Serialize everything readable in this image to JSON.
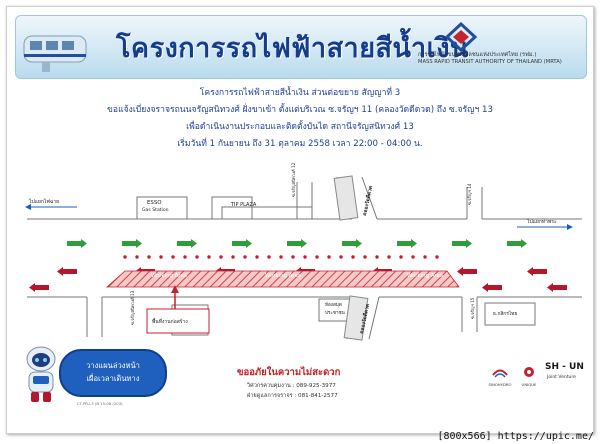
{
  "header": {
    "title": "โครงการรถไฟฟ้าสายสีน้ำเงิน",
    "org_th": "การรถไฟฟ้าขนส่งมวลชนแห่งประเทศไทย (รฟม.)",
    "org_en": "MASS RAPID TRANSIT AUTHORITY OF THAILAND (MRTA)"
  },
  "notice": {
    "line1": "โครงการรถไฟฟ้าสายสีน้ำเงิน ส่วนต่อขยาย สัญญาที่ 3",
    "line2": "ขอแจ้งเบี่ยงจราจรถนนจรัญสนิทวงศ์ ฝั่งขาเข้า ตั้งแต่บริเวณ ซ.จรัญฯ 11 (คลองวัดดีดวด) ถึง ซ.จรัญฯ 13",
    "line3": "เพื่อดำเนินงานประกอบและติดตั้งบันได สถานีจรัญสนิทวงศ์ 13",
    "line4": "เริ่มวันที่ 1 กันยายน ถึง 31 ตุลาคม 2558 เวลา 22:00 - 04:00 น."
  },
  "map": {
    "to_tha_phra_left": "ไปแยกไฟฉาย",
    "to_tha_phra_right": "ไปแยกท่าพระ",
    "esso_line1": "ESSO",
    "esso_line2": "Gas Station",
    "tip_plaza": "TIP PLAZA",
    "soi_12": "ซ.จรัญสนิทวงศ์ 12",
    "soi_14": "ซ.จรัญฯ 14",
    "soi_13": "ซ.จรัญสนิทวงศ์ 13",
    "soi_15": "ซ.จรัญฯ 15",
    "canal_top": "คลองวัดดีดวด",
    "canal_bottom": "คลองวัดดีดวด",
    "working_area": "Working Area",
    "station_area": "พื้นที่งานก่อสร้าง",
    "market_line1": "ห้องสมุด",
    "market_line2": "ประชาชน",
    "bank": "ธ.กสิกรไทย"
  },
  "footer": {
    "apology": "ขออภัยในความไม่สะดวก",
    "contact_line1": "วิศวกรควบคุมงาน : 089-925-3977",
    "contact_line2": "ฝ่ายดูแลการจราจร : 081-841-2577",
    "bubble_line1": "วางแผนล่วงหน้า",
    "bubble_line2": "เผื่อเวลาเดินทาง",
    "doc_no": "CT-PR-L3 (B 15-08 (203)",
    "corp1": "SINOHYDRO",
    "corp2": "UNIQUE",
    "shun": "SH - UN",
    "shun_sub": "Joint Venture"
  },
  "watermark": "[800x566] https://upic.me/",
  "colors": {
    "title": "#143c8c",
    "notice": "#1b3f9a",
    "arrow_green": "#2f9e3a",
    "arrow_red": "#b3172e",
    "work": "#e46a6a"
  }
}
